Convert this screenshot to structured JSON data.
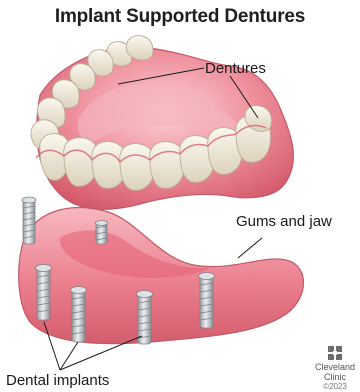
{
  "title": "Implant Supported Dentures",
  "labels": {
    "dentures": "Dentures",
    "gums_and_jaw": "Gums and jaw",
    "dental_implants": "Dental implants"
  },
  "logo": {
    "name_line1": "Cleveland",
    "name_line2": "Clinic",
    "copyright": "©2023"
  },
  "colors": {
    "gum": "#e8707e",
    "gum_light": "#f4a6b0",
    "gum_dark": "#c74a5a",
    "tooth": "#f6f1e4",
    "tooth_shade": "#d9d0bb",
    "implant": "#c9ccd0",
    "implant_dark": "#8e9297"
  }
}
